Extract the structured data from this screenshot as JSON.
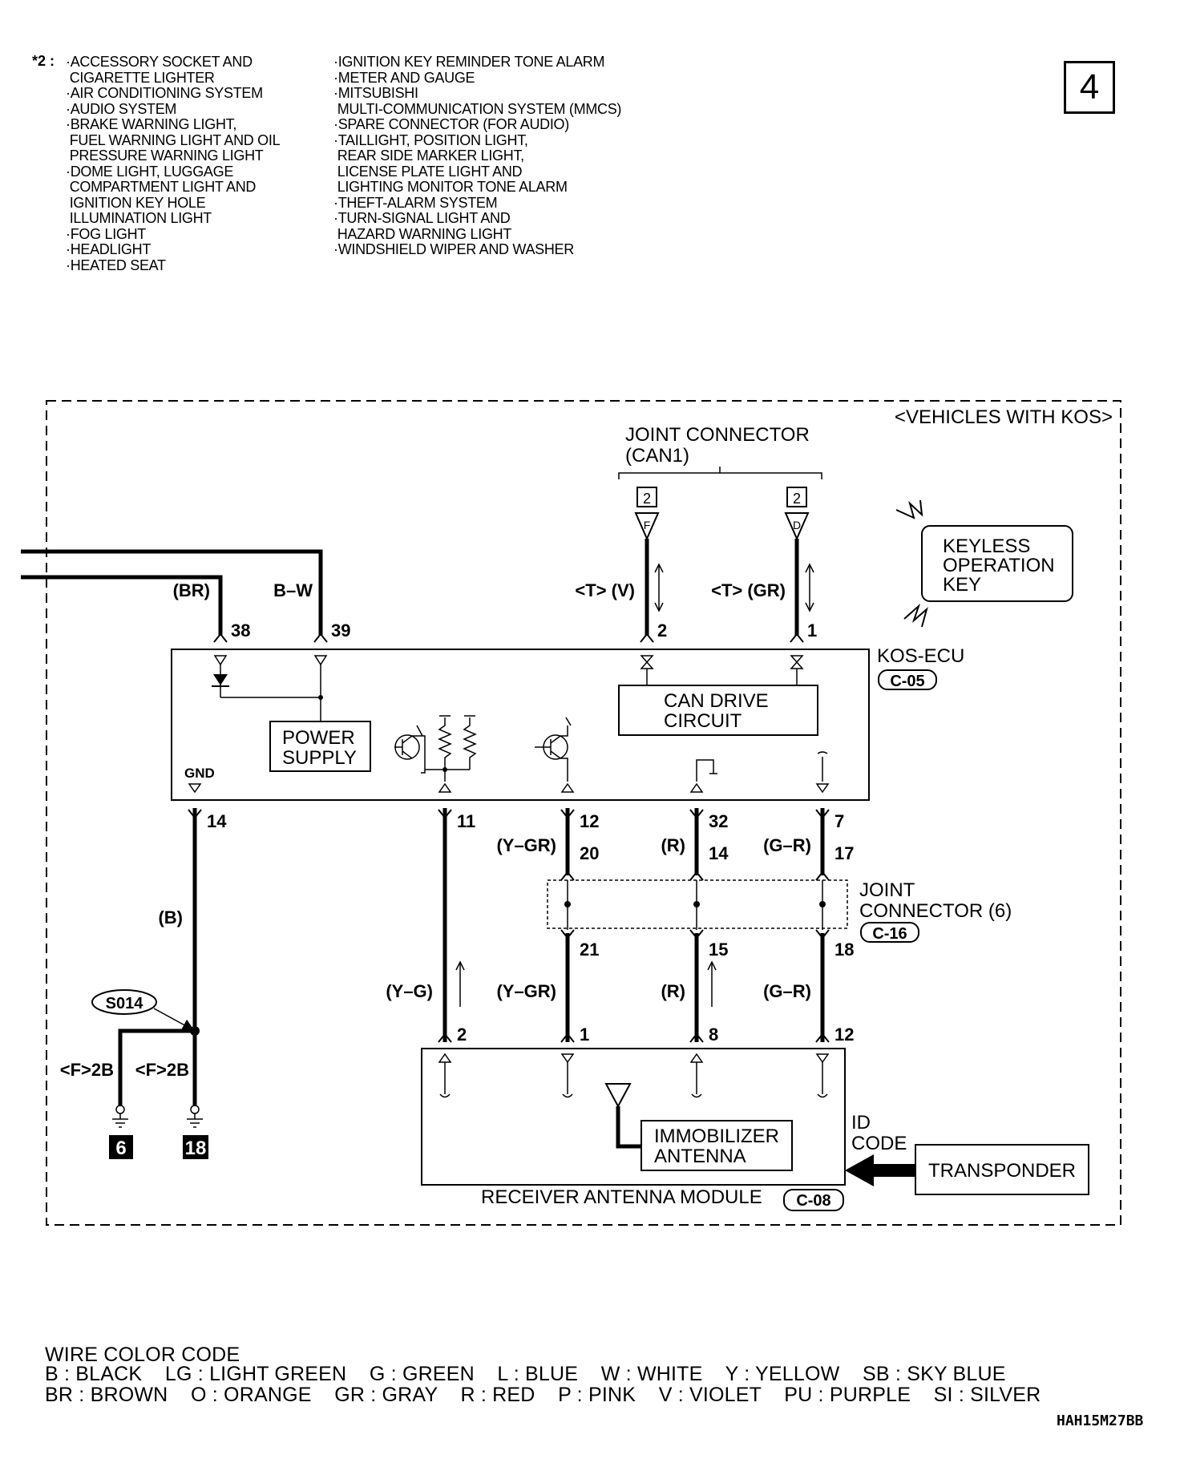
{
  "page_number": "4",
  "notes": {
    "marker": "*2 :",
    "left_column": [
      "·ACCESSORY SOCKET AND",
      " CIGARETTE LIGHTER",
      "·AIR CONDITIONING SYSTEM",
      "·AUDIO SYSTEM",
      "·BRAKE WARNING LIGHT,",
      " FUEL WARNING LIGHT AND OIL",
      " PRESSURE WARNING LIGHT",
      "·DOME LIGHT, LUGGAGE",
      " COMPARTMENT LIGHT AND",
      " IGNITION KEY HOLE",
      " ILLUMINATION LIGHT",
      "·FOG LIGHT",
      "·HEADLIGHT",
      "·HEATED SEAT"
    ],
    "right_column": [
      "·IGNITION KEY REMINDER TONE ALARM",
      "·METER AND GAUGE",
      "·MITSUBISHI",
      " MULTI-COMMUNICATION SYSTEM (MMCS)",
      "·SPARE CONNECTOR (FOR AUDIO)",
      "·TAILLIGHT, POSITION LIGHT,",
      " REAR SIDE MARKER LIGHT,",
      " LICENSE PLATE LIGHT AND",
      " LIGHTING MONITOR TONE ALARM",
      "·THEFT-ALARM SYSTEM",
      "·TURN-SIGNAL LIGHT AND",
      " HAZARD WARNING LIGHT",
      "·WINDSHIELD WIPER AND WASHER"
    ]
  },
  "diagram": {
    "variant": "<VEHICLES WITH KOS>",
    "joint_can": {
      "title": "JOINT CONNECTOR",
      "sub": "(CAN1)",
      "ref": "2",
      "pin_f": "F",
      "pin_d": "D"
    },
    "keyless_key": [
      "KEYLESS",
      "OPERATION",
      "KEY"
    ],
    "kos_ecu": {
      "name": "KOS-ECU",
      "connector": "C-05",
      "gnd": "GND"
    },
    "power_supply": [
      "POWER",
      "SUPPLY"
    ],
    "can_drive": [
      "CAN DRIVE",
      "CIRCUIT"
    ],
    "joint6": {
      "title1": "JOINT",
      "title2": "CONNECTOR (6)",
      "connector": "C-16"
    },
    "receiver": {
      "name": "RECEIVER ANTENNA MODULE",
      "connector": "C-08"
    },
    "immobilizer": [
      "IMMOBILIZER",
      "ANTENNA"
    ],
    "transponder": "TRANSPONDER",
    "id_code": [
      "ID",
      "CODE"
    ],
    "splice": "S014",
    "wires": {
      "br": "(BR)",
      "bw": "B–W",
      "tv": "<T> (V)",
      "tgr": "<T> (GR)",
      "b": "(B)",
      "ygr_top": "(Y–GR)",
      "r_top": "(R)",
      "gr_top": "(G–R)",
      "yg": "(Y–G)",
      "ygr_bot": "(Y–GR)",
      "r_bot": "(R)",
      "gr_bot": "(G–R)",
      "f2b_a": "<F>2B",
      "f2b_b": "<F>2B"
    },
    "pins": {
      "p38": "38",
      "p39": "39",
      "p2top": "2",
      "p1top": "1",
      "p14": "14",
      "p11": "11",
      "p12": "12",
      "p32": "32",
      "p7": "7",
      "p20": "20",
      "p14b": "14",
      "p17": "17",
      "p21": "21",
      "p15": "15",
      "p18": "18",
      "p2": "2",
      "p1": "1",
      "p8": "8",
      "p12b": "12"
    },
    "grounds": [
      "6",
      "18"
    ]
  },
  "legend": {
    "title": "WIRE COLOR CODE",
    "row1": "B : BLACK    LG : LIGHT GREEN    G : GREEN    L : BLUE    W : WHITE    Y : YELLOW    SB : SKY BLUE",
    "row2": "BR : BROWN    O : ORANGE    GR : GRAY    R : RED    P : PINK    V : VIOLET    PU : PURPLE    SI : SILVER"
  },
  "doc_id": "HAH15M27BB"
}
